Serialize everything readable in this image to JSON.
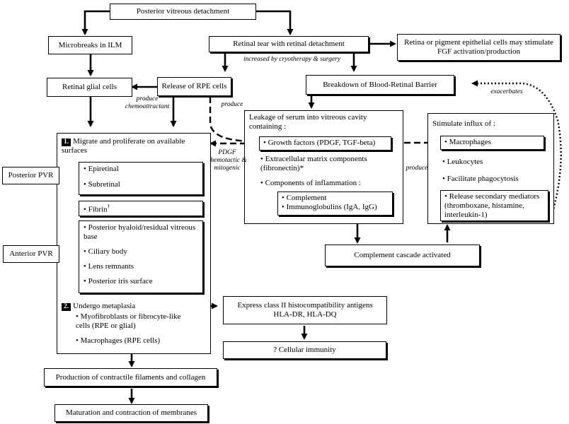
{
  "nodes": {
    "pvd": "Posterior vitreous detachment",
    "microbreaks": "Microbreaks in ILM",
    "tear": "Retinal tear with retinal detachment",
    "fgf": "Retina or pigment epithelial cells may stimulate FGF activation/production",
    "glial": "Retinal glial cells",
    "rpe": "Release of RPE cells",
    "brb": "Breakdown of Blood-Retinal Barrier",
    "leakage_title": "Leakage of serum into vitreous cavity containing :",
    "growth": "• Growth factors (PDGF, TGF-beta)",
    "ecm": "• Extracellular matrix components (fibronectin)*",
    "inflammation": "• Components of inflammation :",
    "complement": "• Complement",
    "immunoglobulins": "• Immunoglobulins (IgA, IgG)",
    "influx_title": "Stimulate influx of :",
    "macrophages": "• Macrophages",
    "leukocytes": "• Leukocytes",
    "phagocytosis": "• Facilitate phagocytosis",
    "mediators": "• Release secondary mediators (thromboxane, histamine, interleukin-1)",
    "cascade": "Complement cascade activated",
    "migrate_num": "1.",
    "migrate_text": "Migrate and proliferate  on available surfaces",
    "posterior_pvr": "Posterior PVR",
    "epiretinal": "• Epiretinal",
    "subretinal": "• Subretinal",
    "fibrin": "• Fibrin",
    "fibrin_mark": "†",
    "hyaloid": "• Posterior hyaloid/residual vitreous base",
    "ciliary": "• Ciliary body",
    "lens": "• Lens remnants",
    "iris": "• Posterior iris surface",
    "anterior_pvr": "Anterior PVR",
    "meta_num": "2.",
    "meta_text": "Undergo metaplasia",
    "myofibroblasts": "• Myofibroblasts or fibrocyte-like cells (RPE or glial)",
    "macrophages_rpe": "• Macrophages (RPE cells)",
    "hla": "Express class II histocompatibility antigens HLA-DR, HLA-DQ",
    "immunity": "? Cellular immunity",
    "contractile": "Production of contractile filaments and collagen",
    "maturation": "Maturation and contraction of membranes"
  },
  "labels": {
    "increased": "increased by cryotherapy & surgery",
    "produce_chemo": "produce chemoattractant",
    "produce1": "produce",
    "pdgf": "PDGF chemotactic & mitogenic",
    "produce2": "produce",
    "exacerbates": "exacerbates"
  }
}
